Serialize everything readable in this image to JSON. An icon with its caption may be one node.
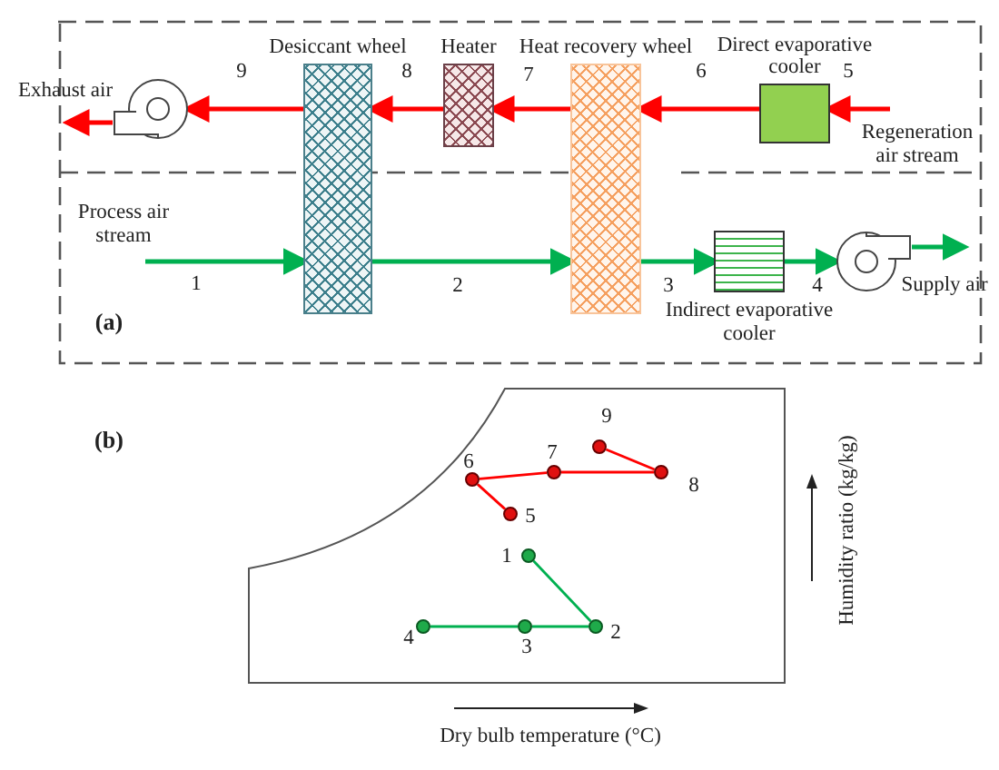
{
  "diagram": {
    "nodes": [
      {
        "text": [],
        "shape": "fan"
      },
      {
        "text": [
          "Desiccant wheel"
        ]
      },
      {
        "text": [
          "Heater"
        ]
      },
      {
        "text": [
          "Heat recovery wheel"
        ]
      },
      {
        "text": [
          "Direct evaporative cooler"
        ]
      },
      {
        "text": [
          "Indirect evaporative cooler"
        ]
      },
      {
        "text": [],
        "shape": "fan"
      },
      {
        "text": [],
        "shape": "circle",
        "beside": [
          "1"
        ]
      },
      {
        "text": [],
        "shape": "circle",
        "beside": [
          "2"
        ]
      },
      {
        "text": [],
        "shape": "circle",
        "beside": [
          "3"
        ]
      },
      {
        "text": [],
        "shape": "circle",
        "beside": [
          "4"
        ]
      },
      {
        "text": [],
        "shape": "circle",
        "beside": [
          "5"
        ]
      },
      {
        "text": [],
        "shape": "circle",
        "beside": [
          "6"
        ]
      },
      {
        "text": [],
        "shape": "circle",
        "beside": [
          "7"
        ]
      },
      {
        "text": [],
        "shape": "circle",
        "beside": [
          "8"
        ]
      },
      {
        "text": [],
        "shape": "circle",
        "beside": [
          "9"
        ]
      },
      {
        "text": [
          "Exhaust air"
        ]
      },
      {
        "text": [
          "Regeneration air stream"
        ]
      },
      {
        "text": [
          "Process air stream"
        ]
      },
      {
        "text": [
          "Supply air"
        ]
      }
    ],
    "edges": [
      {
        "from": 17,
        "to": 4,
        "arrow": "to",
        "label": "5",
        "color": "#ff0000"
      },
      {
        "from": 4,
        "to": 3,
        "arrow": "to",
        "label": "6",
        "color": "#ff0000"
      },
      {
        "from": 3,
        "to": 2,
        "arrow": "to",
        "label": "7",
        "color": "#ff0000"
      },
      {
        "from": 2,
        "to": 1,
        "arrow": "to",
        "label": "8",
        "color": "#ff0000"
      },
      {
        "from": 1,
        "to": 0,
        "arrow": "to",
        "label": "9",
        "color": "#ff0000"
      },
      {
        "from": 0,
        "to": 16,
        "arrow": "to",
        "color": "#ff0000"
      },
      {
        "from": 18,
        "to": 1,
        "arrow": "to",
        "label": "1",
        "color": "#00b050"
      },
      {
        "from": 1,
        "to": 3,
        "arrow": "to",
        "label": "2",
        "color": "#00b050"
      },
      {
        "from": 3,
        "to": 5,
        "arrow": "to",
        "label": "3",
        "color": "#00b050"
      },
      {
        "from": 5,
        "to": 6,
        "arrow": "to",
        "label": "4",
        "color": "#00b050"
      },
      {
        "from": 6,
        "to": 19,
        "arrow": "to",
        "color": "#00b050"
      },
      {
        "from": 7,
        "to": 8,
        "arrow": "none",
        "color": "#00b050"
      },
      {
        "from": 8,
        "to": 9,
        "arrow": "none",
        "color": "#00b050"
      },
      {
        "from": 9,
        "to": 10,
        "arrow": "none",
        "color": "#00b050"
      },
      {
        "from": 11,
        "to": 12,
        "arrow": "none",
        "color": "#ff0000"
      },
      {
        "from": 12,
        "to": 13,
        "arrow": "none",
        "color": "#ff0000"
      },
      {
        "from": 13,
        "to": 14,
        "arrow": "none",
        "color": "#ff0000"
      },
      {
        "from": 14,
        "to": 15,
        "arrow": "none",
        "color": "#ff0000"
      }
    ],
    "labels": [
      "(a)",
      "(b)",
      "Humidity ratio (kg/kg)",
      "Dry bulb temperature (°C)"
    ]
  }
}
